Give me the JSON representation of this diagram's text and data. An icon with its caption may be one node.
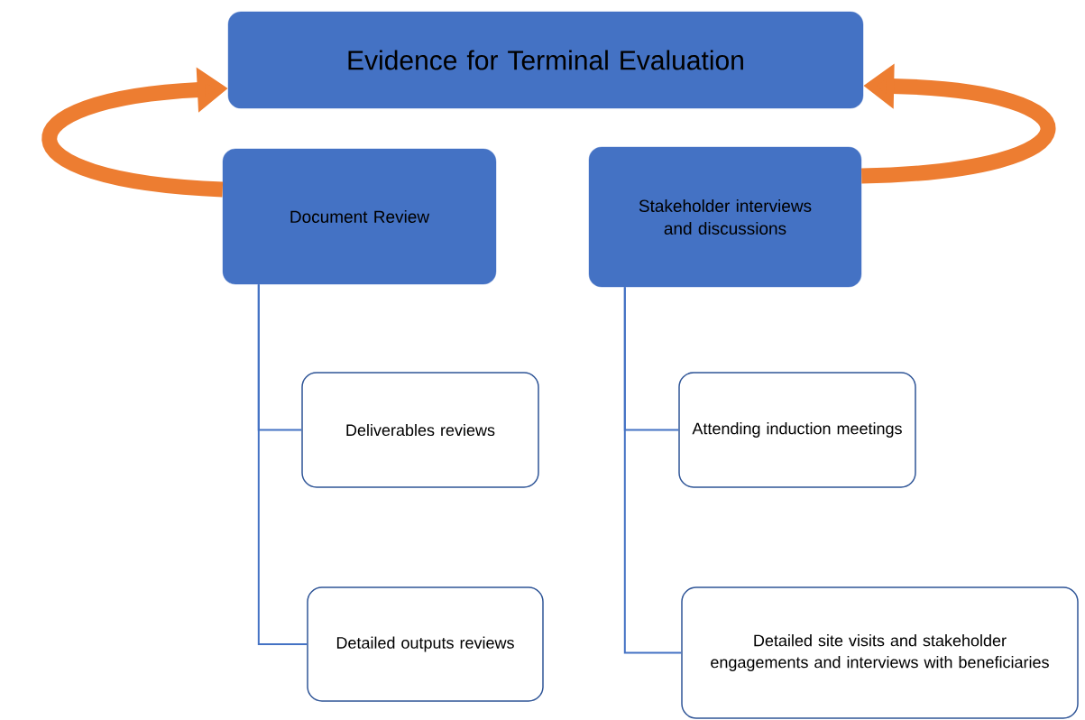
{
  "diagram": {
    "nodes": [
      {
        "text": [
          "Evidence for Terminal Evaluation"
        ]
      },
      {
        "text": [
          "Document Review"
        ]
      },
      {
        "text": [
          "Stakeholder interviews and discussions"
        ]
      },
      {
        "text": [
          "Deliverables reviews"
        ]
      },
      {
        "text": [
          "Detailed outputs reviews"
        ]
      },
      {
        "text": [
          "Attending induction meetings"
        ]
      },
      {
        "text": [
          "Detailed site visits and stakeholder engagements and interviews with beneficiaries"
        ]
      }
    ],
    "edges": [
      {
        "from": 1,
        "to": 0,
        "arrow": "to",
        "style": "thick",
        "color": "#ed7d31"
      },
      {
        "from": 2,
        "to": 0,
        "arrow": "to",
        "style": "thick",
        "color": "#ed7d31"
      },
      {
        "from": 1,
        "to": 3,
        "arrow": "none"
      },
      {
        "from": 1,
        "to": 4,
        "arrow": "none"
      },
      {
        "from": 2,
        "to": 5,
        "arrow": "none"
      },
      {
        "from": 2,
        "to": 6,
        "arrow": "none"
      }
    ]
  }
}
